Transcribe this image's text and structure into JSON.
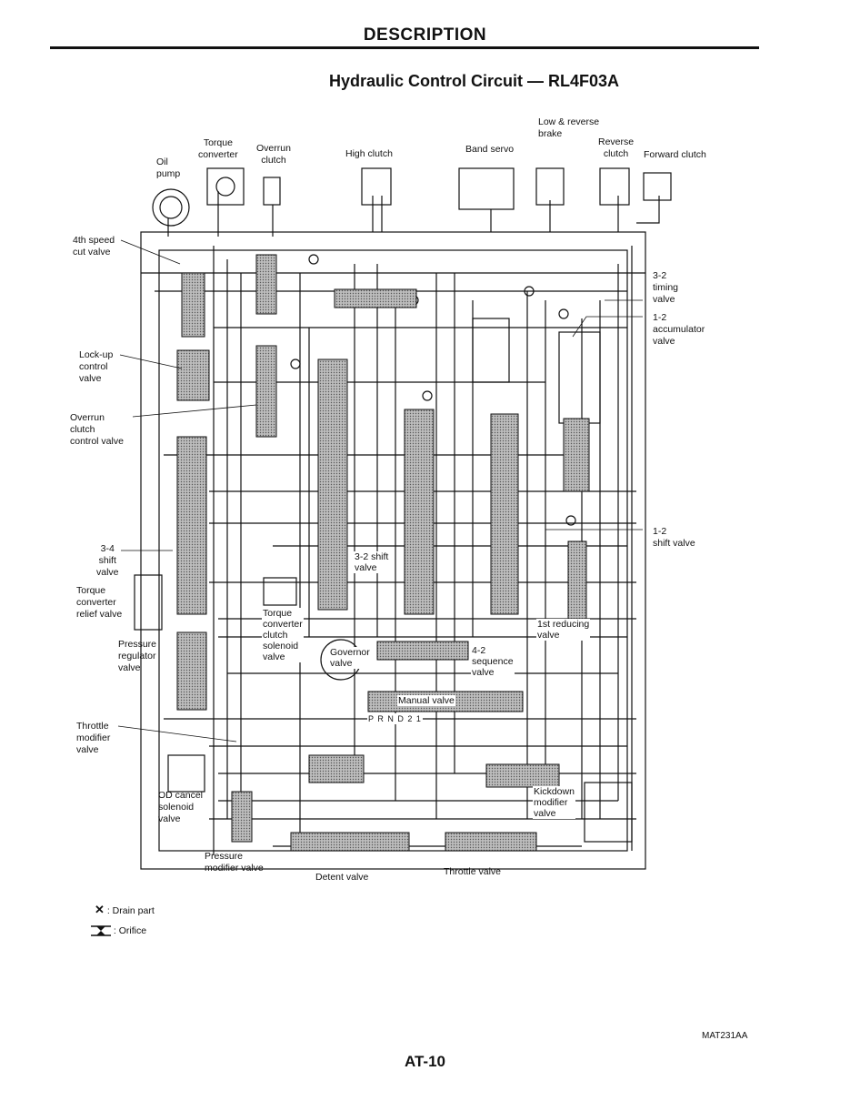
{
  "header": {
    "section": "DESCRIPTION"
  },
  "title": "Hydraulic Control Circuit — RL4F03A",
  "labels": {
    "oil_pump": "Oil\npump",
    "torque_converter": "Torque\nconverter",
    "overrun_clutch": "Overrun\nclutch",
    "high_clutch": "High clutch",
    "band_servo": "Band servo",
    "low_reverse_brake": "Low & reverse\nbrake",
    "reverse_clutch": "Reverse\nclutch",
    "forward_clutch": "Forward clutch",
    "fourth_speed_cut": "4th speed\ncut valve",
    "timing_3_2": "3-2\ntiming\nvalve",
    "accumulator_1_2": "1-2\naccumulator\nvalve",
    "lock_up": "Lock-up\ncontrol\nvalve",
    "overrun_control": "Overrun\nclutch\ncontrol valve",
    "shift_1_2": "1-2\nshift valve",
    "shift_3_4": "3-4\nshift\nvalve",
    "tc_relief": "Torque\nconverter\nrelief valve",
    "shift_3_2": "3-2 shift\nvalve",
    "tc_solenoid": "Torque\nconverter\nclutch\nsolenoid\nvalve",
    "first_reducing": "1st reducing\nvalve",
    "pressure_regulator": "Pressure\nregulator\nvalve",
    "governor": "Governor\nvalve",
    "sequence_4_2": "4-2\nsequence\nvalve",
    "manual_valve": "Manual valve",
    "prnd": "P R N D 2 1",
    "throttle_modifier": "Throttle\nmodifier\nvalve",
    "kickdown_modifier": "Kickdown\nmodifier\nvalve",
    "od_cancel": "OD cancel\nsolenoid\nvalve",
    "pressure_modifier": "Pressure\nmodifier valve",
    "detent": "Detent valve",
    "throttle_valve": "Throttle valve"
  },
  "legend": {
    "drain": ": Drain part",
    "orifice": ": Orifice"
  },
  "footer": {
    "figure_code": "MAT231AA",
    "page_number": "AT-10"
  },
  "icons": {
    "drain": "x-mark-icon",
    "orifice": "orifice-icon"
  }
}
